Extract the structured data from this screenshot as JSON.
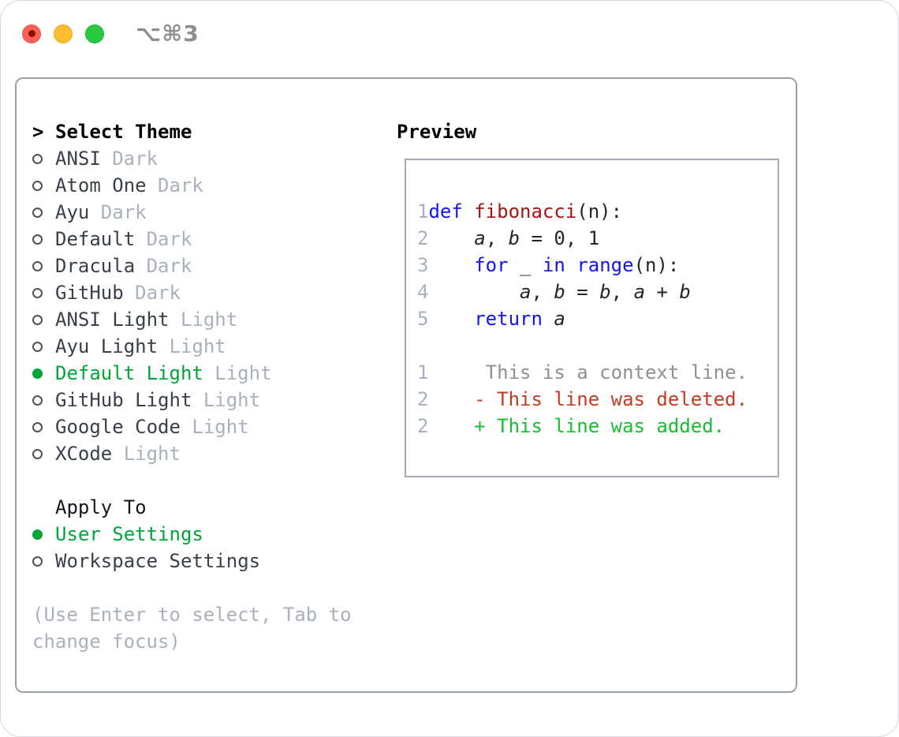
{
  "window": {
    "title": "⌥⌘3",
    "traffic_lights": [
      "close",
      "minimize",
      "zoom"
    ]
  },
  "colors": {
    "selected_green": "#00a53a",
    "added_green": "#13c02e",
    "deleted_red": "#c63a22",
    "keyword_blue": "#1414f0",
    "function_red": "#a31515",
    "muted_gray": "#a9b1bd",
    "context_gray": "#8e9094",
    "panel_border": "#9aa1ab"
  },
  "theme_panel": {
    "header": {
      "prefix": ">",
      "label": "Select Theme"
    },
    "themes": [
      {
        "name": "ANSI",
        "variant": "Dark",
        "selected": false
      },
      {
        "name": "Atom One",
        "variant": "Dark",
        "selected": false
      },
      {
        "name": "Ayu",
        "variant": "Dark",
        "selected": false
      },
      {
        "name": "Default",
        "variant": "Dark",
        "selected": false
      },
      {
        "name": "Dracula",
        "variant": "Dark",
        "selected": false
      },
      {
        "name": "GitHub",
        "variant": "Dark",
        "selected": false
      },
      {
        "name": "ANSI Light",
        "variant": "Light",
        "selected": false
      },
      {
        "name": "Ayu Light",
        "variant": "Light",
        "selected": false
      },
      {
        "name": "Default Light",
        "variant": "Light",
        "selected": true
      },
      {
        "name": "GitHub Light",
        "variant": "Light",
        "selected": false
      },
      {
        "name": "Google Code",
        "variant": "Light",
        "selected": false
      },
      {
        "name": "XCode",
        "variant": "Light",
        "selected": false
      }
    ],
    "apply_to": {
      "label": "Apply To",
      "options": [
        {
          "name": "User Settings",
          "selected": true
        },
        {
          "name": "Workspace Settings",
          "selected": false
        }
      ]
    },
    "help": "(Use Enter to select, Tab to change focus)"
  },
  "preview": {
    "title": "Preview",
    "code_lines": [
      {
        "num": "1",
        "segs": [
          {
            "t": "def "
          },
          {
            "t": "fibonacci"
          },
          {
            "t": "(n):"
          }
        ]
      },
      {
        "num": "2",
        "segs": [
          {
            "t": "    "
          },
          {
            "t": "a"
          },
          {
            "t": ", "
          },
          {
            "t": "b"
          },
          {
            "t": " = 0, 1"
          }
        ]
      },
      {
        "num": "3",
        "segs": [
          {
            "t": "    "
          },
          {
            "t": "for"
          },
          {
            "t": " _ "
          },
          {
            "t": "in"
          },
          {
            "t": " "
          },
          {
            "t": "range"
          },
          {
            "t": "(n):"
          }
        ]
      },
      {
        "num": "4",
        "segs": [
          {
            "t": "        "
          },
          {
            "t": "a"
          },
          {
            "t": ", "
          },
          {
            "t": "b"
          },
          {
            "t": " = "
          },
          {
            "t": "b"
          },
          {
            "t": ", "
          },
          {
            "t": "a"
          },
          {
            "t": " + "
          },
          {
            "t": "b"
          }
        ]
      },
      {
        "num": "5",
        "segs": [
          {
            "t": "    "
          },
          {
            "t": "return"
          },
          {
            "t": " "
          },
          {
            "t": "a"
          }
        ]
      }
    ],
    "diff_lines": [
      {
        "num": "1",
        "kind": "context",
        "text": "     This is a context line."
      },
      {
        "num": "2",
        "kind": "deleted",
        "text": "    - This line was deleted."
      },
      {
        "num": "2",
        "kind": "added",
        "text": "    + This line was added."
      }
    ]
  }
}
